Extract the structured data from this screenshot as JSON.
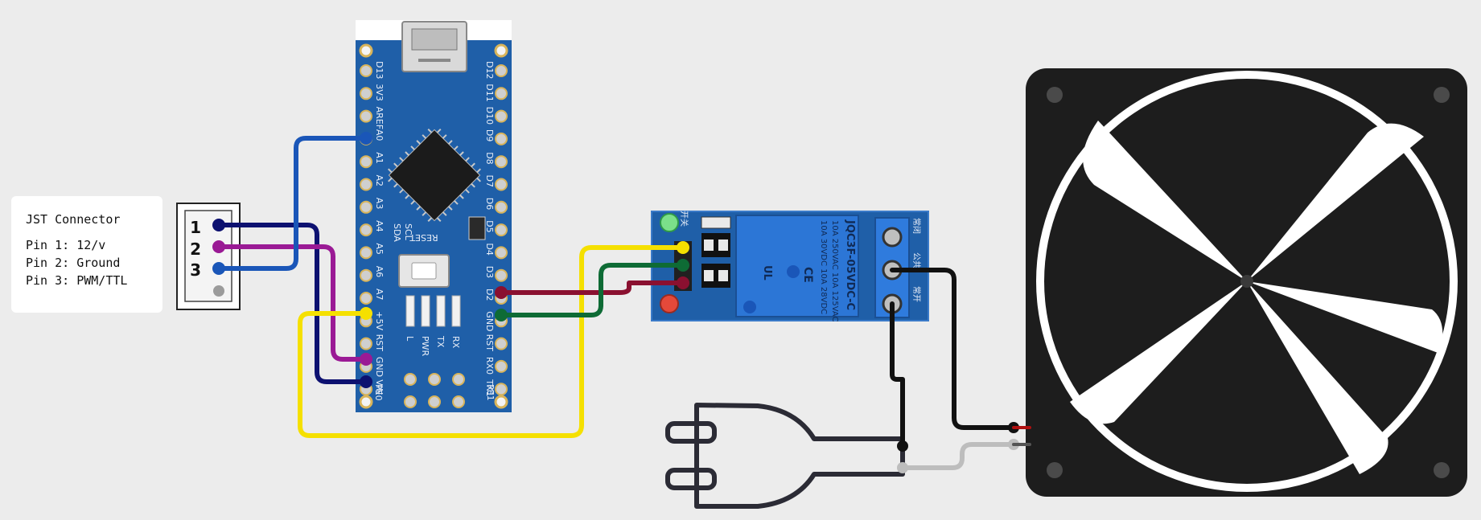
{
  "connector_note": {
    "title": "JST Connector",
    "lines": [
      "Pin 1: 12/v",
      "Pin 2: Ground",
      "Pin 3: PWM/TTL"
    ]
  },
  "jst_pins": [
    "1",
    "2",
    "3"
  ],
  "arduino": {
    "left_pins": [
      "D13",
      "3V3",
      "AREF",
      "A0",
      "A1",
      "A2",
      "A3",
      "A4",
      "A5",
      "A6",
      "A7",
      "+5V",
      "RST",
      "GND",
      "VIN"
    ],
    "right_pins": [
      "D12",
      "D11",
      "D10",
      "D9",
      "D8",
      "D7",
      "D6",
      "D5",
      "D4",
      "D3",
      "D2",
      "GND",
      "RST",
      "RX0",
      "TX1"
    ],
    "sda_label": "SDA",
    "scl_label": "SCL",
    "reset_label": "RESET",
    "led_labels": [
      "L",
      "PWR",
      "TX",
      "RX"
    ],
    "bottom_left": "PE0",
    "bottom_right": "PE1"
  },
  "relay": {
    "model": "JQC3F-05VDC-C",
    "ratings": [
      "10A 250VAC  10A 125VAC",
      "10A 30VDC  10A 28VDC"
    ],
    "ce_mark": "CE",
    "ul_mark": "UL",
    "left_chars": "开关",
    "right_chars": [
      "常闭",
      "公共",
      "常开"
    ]
  },
  "wire_colors": {
    "blue": "#1a56b8",
    "navy": "#0d1170",
    "magenta": "#9a1a95",
    "yellow": "#f5e000",
    "maroon": "#8a1030",
    "green": "#0e6b35",
    "black": "#111111",
    "gray": "#bdbdbd"
  }
}
